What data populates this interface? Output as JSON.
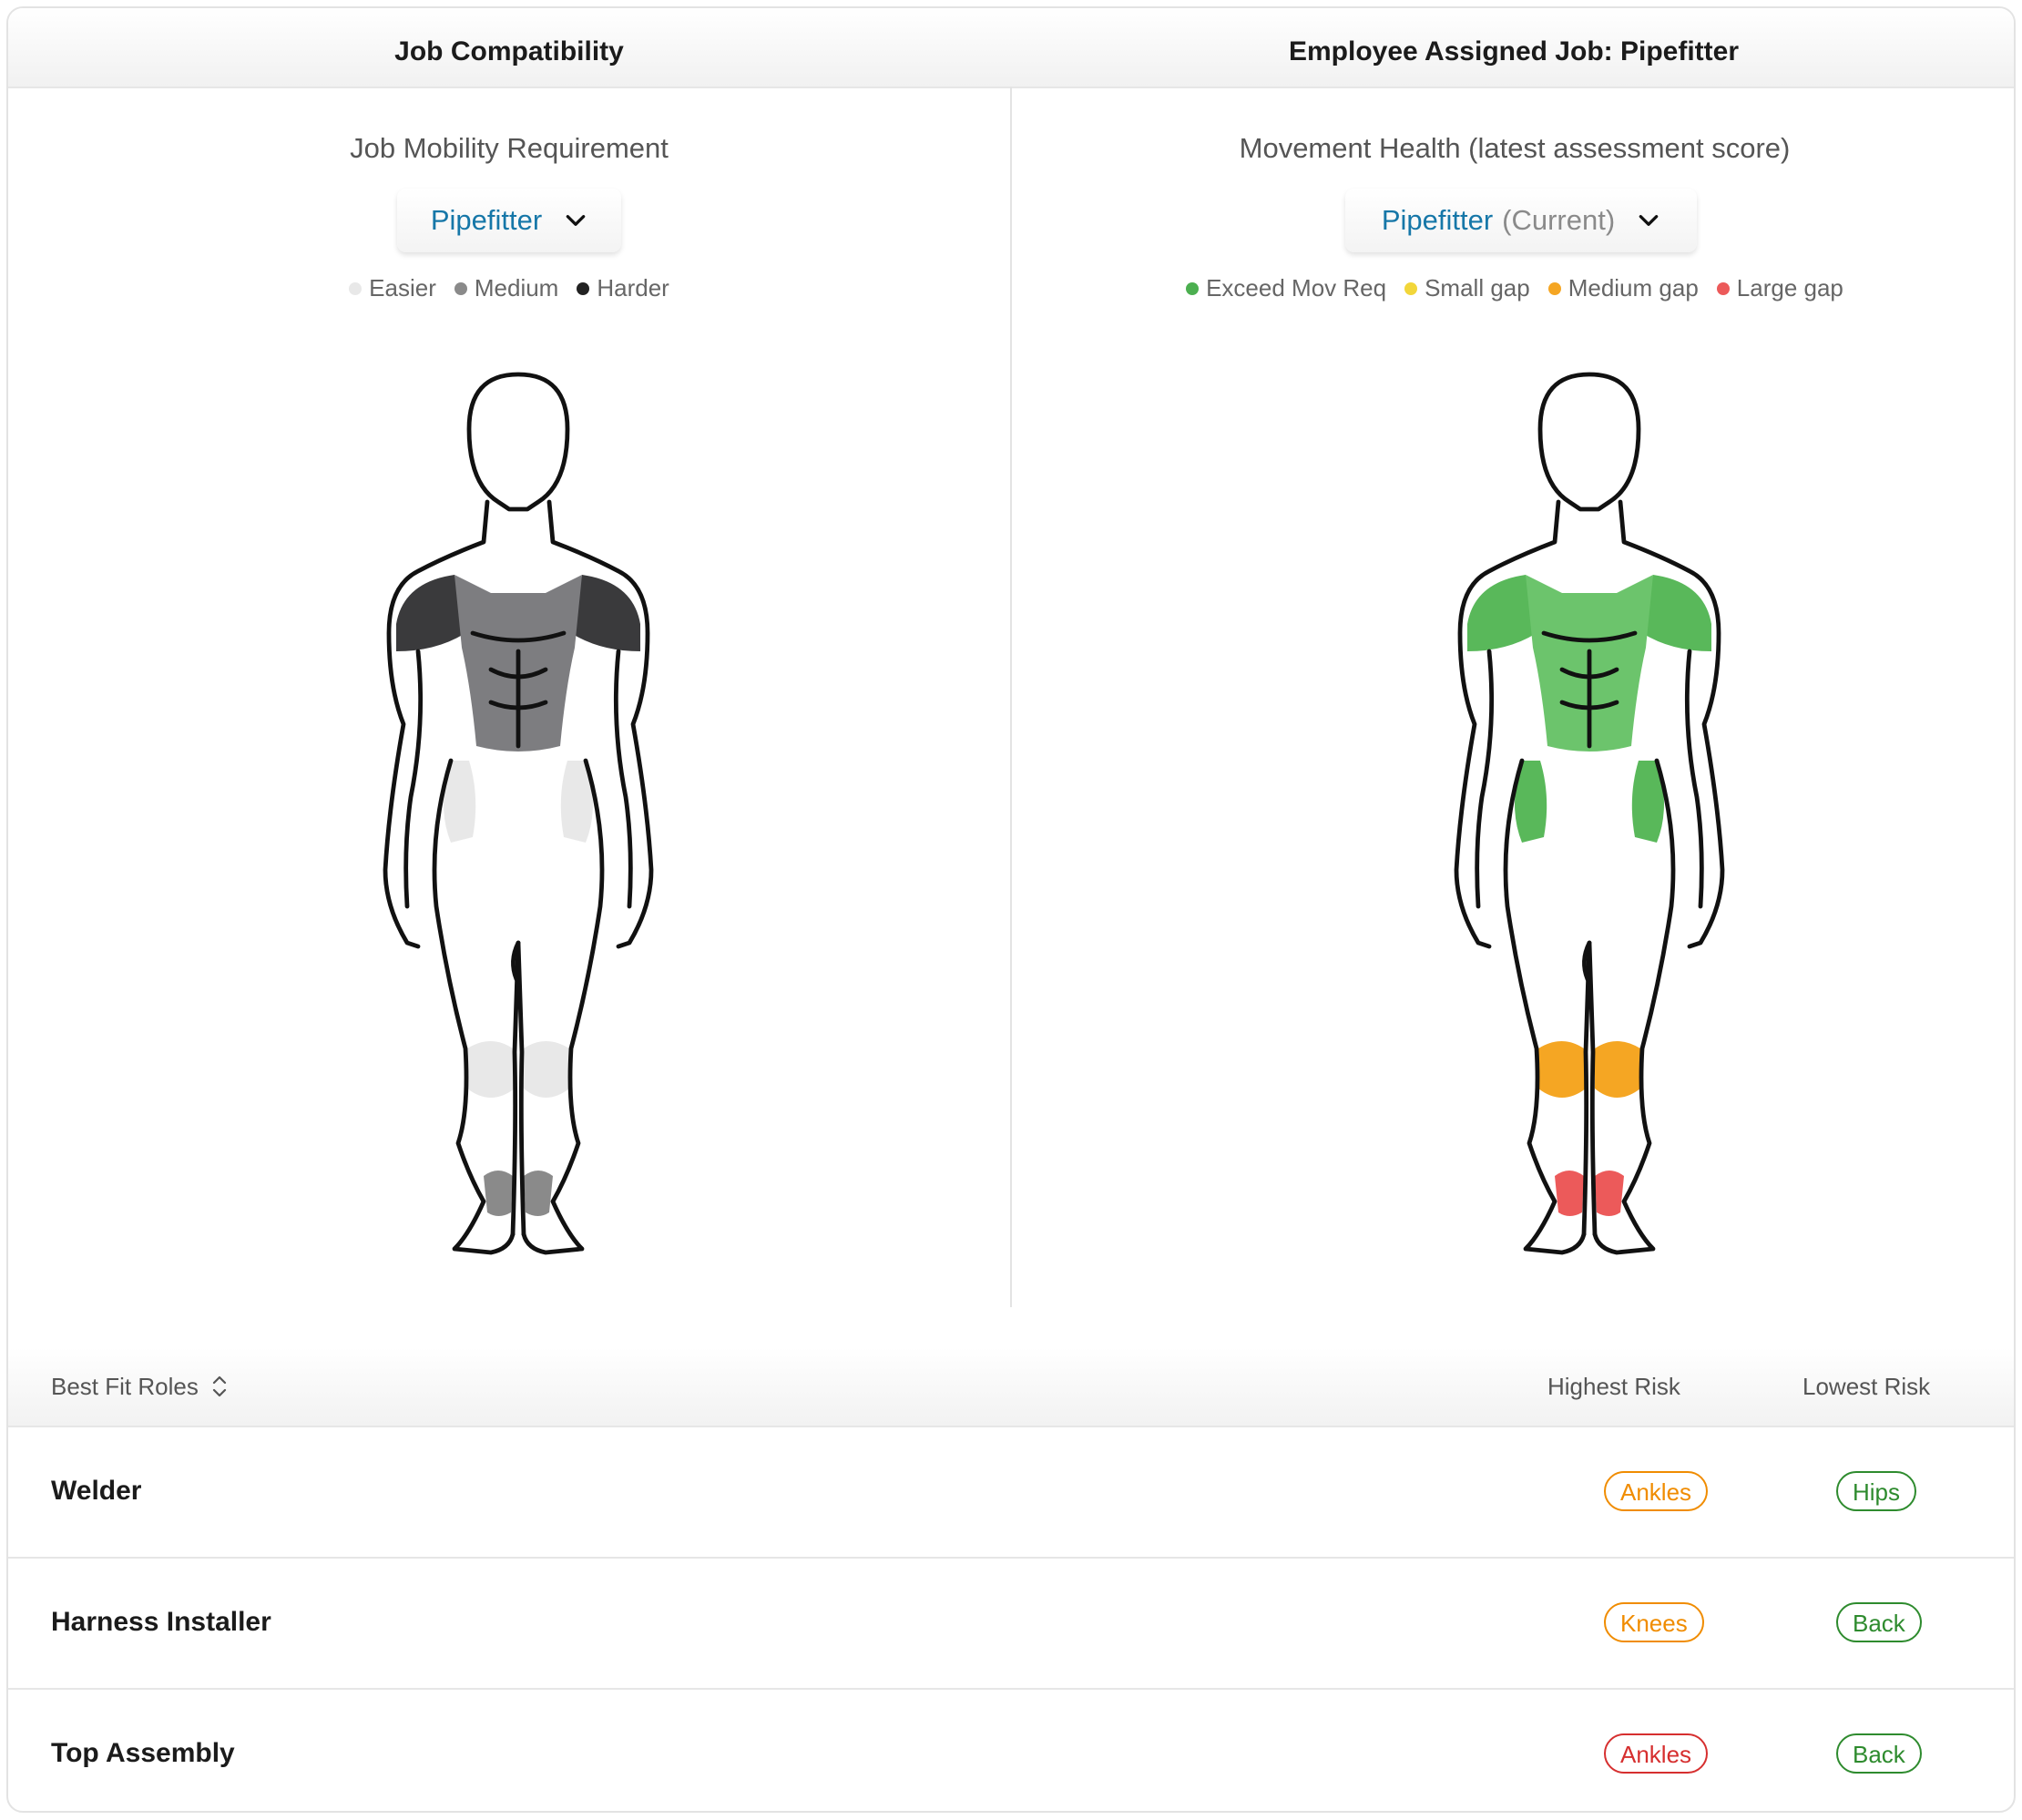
{
  "header": {
    "left_title": "Job Compatibility",
    "right_title": "Employee Assigned Job: Pipefitter"
  },
  "left_panel": {
    "title": "Job Mobility Requirement",
    "dropdown": {
      "selected": "Pipefitter"
    },
    "legend": [
      {
        "label": "Easier",
        "color": "#e8e8e8"
      },
      {
        "label": "Medium",
        "color": "#8a8a8a"
      },
      {
        "label": "Harder",
        "color": "#222222"
      }
    ],
    "body_regions": {
      "shoulders": "#3a3a3c",
      "chest_abs": "#7d7d80",
      "hips": "#e8e8e8",
      "knees": "#e8e8e8",
      "ankles": "#8a8a8a"
    }
  },
  "right_panel": {
    "title": "Movement Health (latest assessment score)",
    "dropdown": {
      "selected": "Pipefitter",
      "suffix": "(Current)"
    },
    "legend": [
      {
        "label": "Exceed Mov Req",
        "color": "#4caf50"
      },
      {
        "label": "Small gap",
        "color": "#f2d63a"
      },
      {
        "label": "Medium gap",
        "color": "#f5a623"
      },
      {
        "label": "Large gap",
        "color": "#ec5a5a"
      }
    ],
    "body_regions": {
      "shoulders": "#59b85a",
      "chest_abs": "#6cc46c",
      "hips": "#59b85a",
      "knees": "#f5a623",
      "ankles": "#ec5a5a"
    }
  },
  "roles": {
    "header": {
      "role_label": "Best Fit Roles",
      "highest_label": "Highest Risk",
      "lowest_label": "Lowest Risk"
    },
    "rows": [
      {
        "name": "Welder",
        "highest": "Ankles",
        "highest_color": "#f08c00",
        "lowest": "Hips",
        "lowest_color": "#2e8b2e"
      },
      {
        "name": "Harness Installer",
        "highest": "Knees",
        "highest_color": "#f08c00",
        "lowest": "Back",
        "lowest_color": "#2e8b2e"
      },
      {
        "name": "Top Assembly",
        "highest": "Ankles",
        "highest_color": "#d62f2f",
        "lowest": "Back",
        "lowest_color": "#2e8b2e"
      }
    ]
  }
}
